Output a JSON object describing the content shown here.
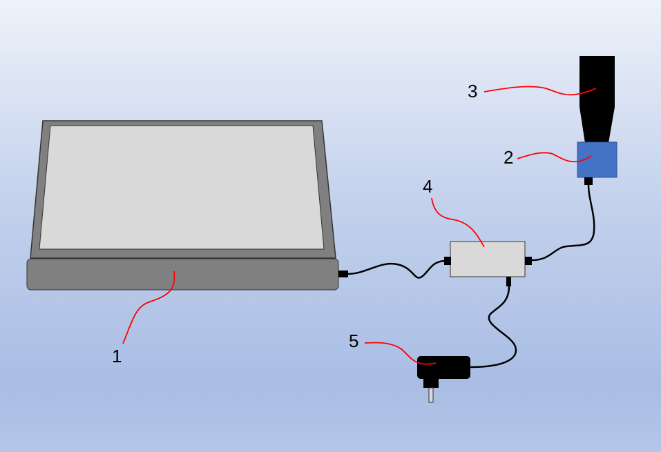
{
  "callouts": {
    "c1": "1",
    "c2": "2",
    "c3": "3",
    "c4": "4",
    "c5": "5"
  },
  "colors": {
    "device_frame": "#808080",
    "device_screen": "#d9d9d9",
    "box": "#d9d9d9",
    "cable": "#000000",
    "leader": "#ff0000",
    "camera_body": "#000000",
    "camera_mount": "#4472c4"
  },
  "components": [
    {
      "id": "1",
      "name": "tablet"
    },
    {
      "id": "2",
      "name": "camera-mount"
    },
    {
      "id": "3",
      "name": "camera-body"
    },
    {
      "id": "4",
      "name": "junction-box"
    },
    {
      "id": "5",
      "name": "power-adapter"
    }
  ]
}
